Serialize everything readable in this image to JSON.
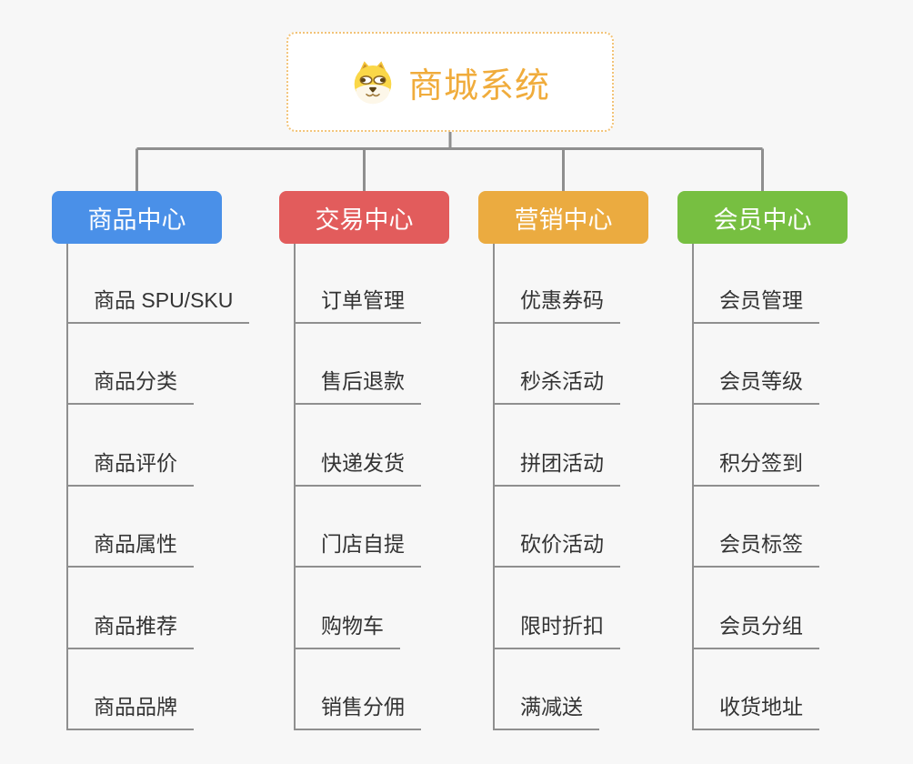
{
  "root": {
    "title": "商城系统",
    "icon": "doge-icon",
    "accent_color": "#F0AC3C",
    "border_color": "#F2C377"
  },
  "connector_color": "#8F8F8F",
  "branches": [
    {
      "id": "product-center",
      "label": "商品中心",
      "color": "#4A90E8",
      "children": [
        "商品 SPU/SKU",
        "商品分类",
        "商品评价",
        "商品属性",
        "商品推荐",
        "商品品牌"
      ]
    },
    {
      "id": "trade-center",
      "label": "交易中心",
      "color": "#E25C5C",
      "children": [
        "订单管理",
        "售后退款",
        "快递发货",
        "门店自提",
        "购物车",
        "销售分佣"
      ]
    },
    {
      "id": "marketing-center",
      "label": "营销中心",
      "color": "#EBAB40",
      "children": [
        "优惠券码",
        "秒杀活动",
        "拼团活动",
        "砍价活动",
        "限时折扣",
        "满减送"
      ]
    },
    {
      "id": "member-center",
      "label": "会员中心",
      "color": "#77BF41",
      "children": [
        "会员管理",
        "会员等级",
        "积分签到",
        "会员标签",
        "会员分组",
        "收货地址"
      ]
    }
  ]
}
